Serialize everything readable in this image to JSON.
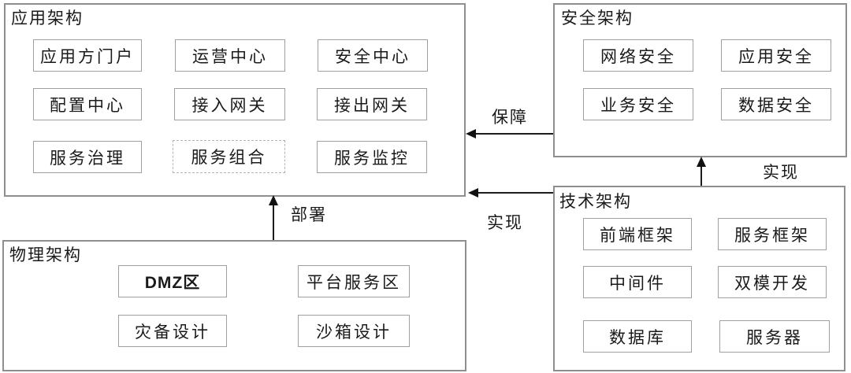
{
  "colors": {
    "background": "#ffffff",
    "group_border": "#8f8f8f",
    "cell_border": "#a0a0a0",
    "dashed_cell_border": "#b3b3b3",
    "text": "#1a1a1a",
    "arrow": "#111111"
  },
  "groups": {
    "application": {
      "title": "应用架构",
      "items": [
        {
          "label": "应用方门户"
        },
        {
          "label": "运营中心"
        },
        {
          "label": "安全中心"
        },
        {
          "label": "配置中心"
        },
        {
          "label": "接入网关"
        },
        {
          "label": "接出网关"
        },
        {
          "label": "服务治理"
        },
        {
          "label": "服务组合",
          "border_style": "dashed"
        },
        {
          "label": "服务监控"
        }
      ]
    },
    "security": {
      "title": "安全架构",
      "items": [
        {
          "label": "网络安全"
        },
        {
          "label": "应用安全"
        },
        {
          "label": "业务安全"
        },
        {
          "label": "数据安全"
        }
      ]
    },
    "physical": {
      "title": "物理架构",
      "items": [
        {
          "label": "DMZ区",
          "emphasis": true
        },
        {
          "label": "平台服务区"
        },
        {
          "label": "灾备设计"
        },
        {
          "label": "沙箱设计"
        }
      ]
    },
    "technical": {
      "title": "技术架构",
      "items": [
        {
          "label": "前端框架"
        },
        {
          "label": "服务框架"
        },
        {
          "label": "中间件"
        },
        {
          "label": "双模开发"
        },
        {
          "label": "数据库"
        },
        {
          "label": "服务器"
        }
      ]
    }
  },
  "arrows": {
    "guarantee": {
      "label": "保障",
      "from": "security",
      "to": "application"
    },
    "realize_to_application": {
      "label": "实现",
      "from": "technical",
      "to": "application"
    },
    "realize_to_security": {
      "label": "实现",
      "from": "technical",
      "to": "security"
    },
    "deploy": {
      "label": "部署",
      "from": "physical",
      "to": "application"
    }
  }
}
